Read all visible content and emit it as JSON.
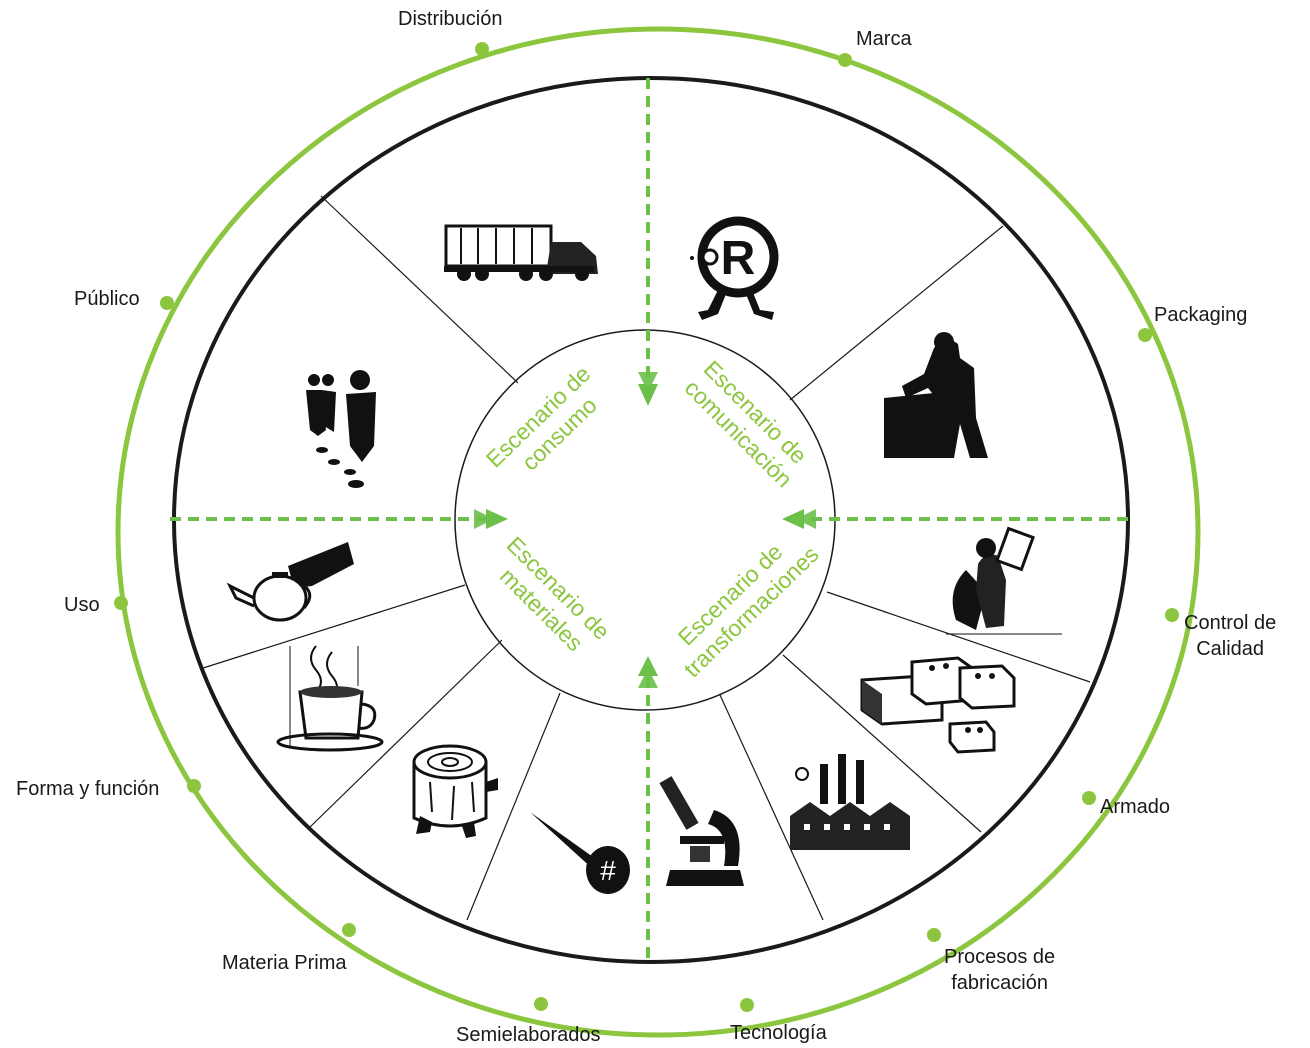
{
  "colors": {
    "accent": "#8cc63f",
    "outline": "#1a1a1a",
    "dash": "#6cc04a"
  },
  "outer_labels": [
    {
      "key": "distribucion",
      "text": "Distribución"
    },
    {
      "key": "marca",
      "text": "Marca"
    },
    {
      "key": "packaging",
      "text": "Packaging"
    },
    {
      "key": "control",
      "text": "Control de\nCalidad"
    },
    {
      "key": "armado",
      "text": "Armado"
    },
    {
      "key": "procesos",
      "text": "Procesos de\nfabricación"
    },
    {
      "key": "tecnologia",
      "text": "Tecnología"
    },
    {
      "key": "semielaborados",
      "text": "Semielaborados"
    },
    {
      "key": "materia",
      "text": "Materia Prima"
    },
    {
      "key": "forma",
      "text": "Forma y función"
    },
    {
      "key": "uso",
      "text": "Uso"
    },
    {
      "key": "publico",
      "text": "Público"
    }
  ],
  "scenarios": {
    "consumo": [
      "Escenario de",
      "consumo"
    ],
    "comunicacion": [
      "Escenario de",
      "comunicación"
    ],
    "materiales": [
      "Escenario de",
      "materiales"
    ],
    "transformaciones": [
      "Escenario de",
      "transformaciones"
    ]
  },
  "icons": [
    "truck-icon",
    "registered-trademark-icon",
    "packaging-worker-icon",
    "quality-inspector-icon",
    "lego-bricks-icon",
    "factory-icon",
    "microscope-icon",
    "nail-icon",
    "wood-log-icon",
    "coffee-cup-icon",
    "teapot-hand-icon",
    "people-icon"
  ]
}
